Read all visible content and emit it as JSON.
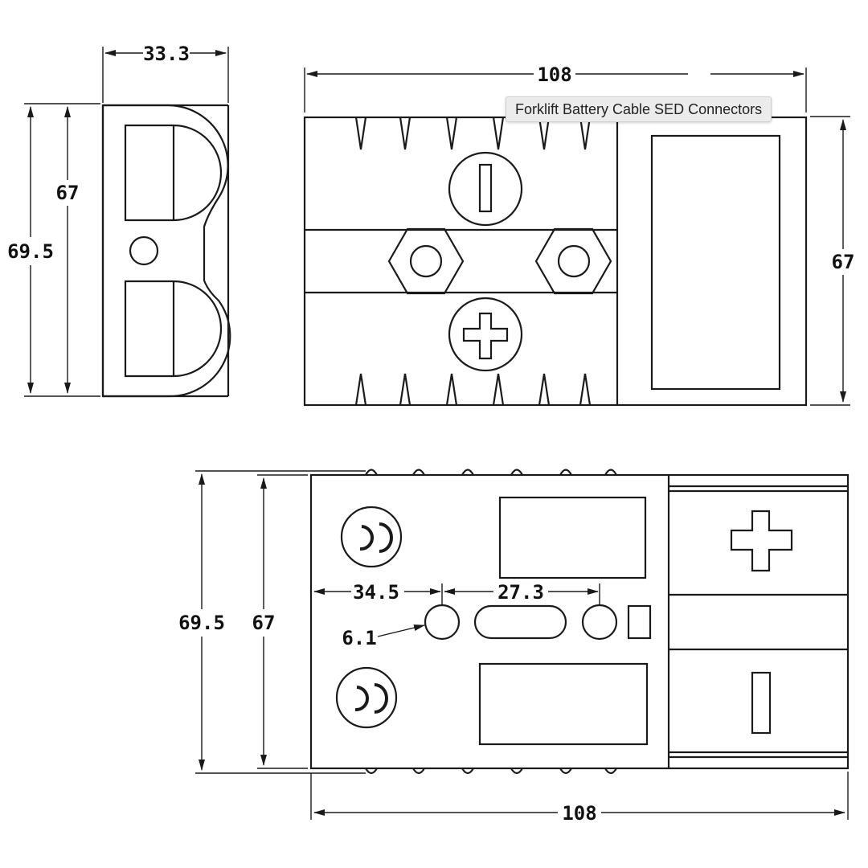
{
  "tooltip": {
    "text": "Forklift Battery Cable SED Connectors"
  },
  "side_view": {
    "width": "33.3",
    "height_inner": "67",
    "height_outer": "69.5"
  },
  "front_view": {
    "width": "108",
    "height": "67"
  },
  "bottom_view": {
    "width": "108",
    "height_outer": "69.5",
    "height_inner": "67",
    "dim_a": "34.5",
    "dim_b": "27.3",
    "hole_dia": "6.1"
  }
}
